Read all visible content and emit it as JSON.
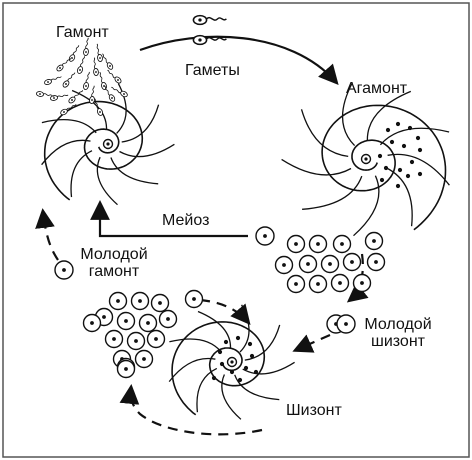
{
  "labels": {
    "gamont": "Гамонт",
    "gametes": "Гаметы",
    "agamont": "Агамонт",
    "meiosis": "Мейоз",
    "young_gamont_line1": "Молодой",
    "young_gamont_line2": "гамонт",
    "young_schizont_line1": "Молодой",
    "young_schizont_line2": "шизонт",
    "schizont": "Шизонт"
  },
  "colors": {
    "ink": "#111111",
    "frame": "#555555",
    "background": "#ffffff"
  }
}
